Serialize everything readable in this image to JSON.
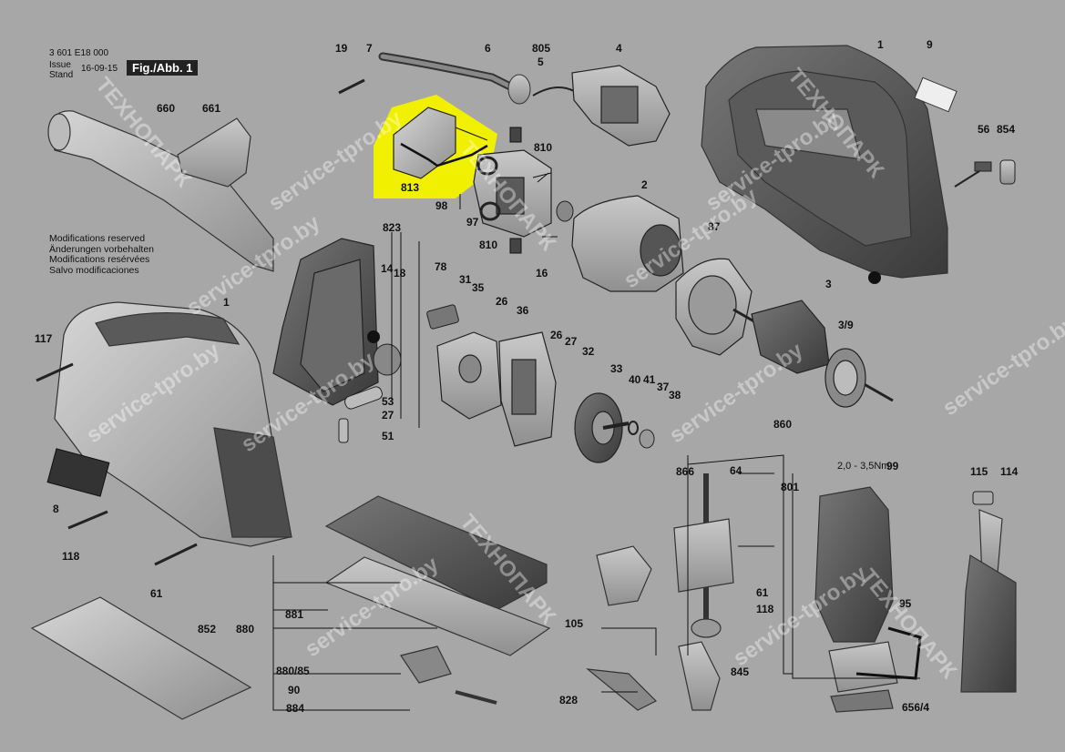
{
  "header": {
    "doc_number": "3 601 E18 000",
    "issue_label": "Issue",
    "stand_label": "Stand",
    "date": "16-09-15",
    "figure_label": "Fig./Abb. 1"
  },
  "notes": [
    "Modifications reserved",
    "Änderungen vorbehalten",
    "Modifications resérvées",
    "Salvo modificaciones"
  ],
  "callouts": [
    "19",
    "7",
    "6",
    "805",
    "5",
    "4",
    "1",
    "9",
    "660",
    "661",
    "813",
    "810",
    "98",
    "97",
    "810",
    "16",
    "2",
    "56",
    "854",
    "823",
    "14",
    "18",
    "78",
    "31",
    "35",
    "87",
    "3",
    "3/9",
    "1",
    "117",
    "26",
    "36",
    "26",
    "27",
    "32",
    "53",
    "27",
    "51",
    "33",
    "40",
    "41",
    "37",
    "38",
    "860",
    "8",
    "866",
    "64",
    "801",
    "2,0 - 3,5Nm",
    "99",
    "115",
    "114",
    "118",
    "61",
    "61",
    "118",
    "881",
    "105",
    "845",
    "95",
    "852",
    "880",
    "880/85",
    "90",
    "884",
    "828",
    "656/4"
  ],
  "watermarks": [
    "service-tpro.by",
    "ТЕХНОПАРК"
  ],
  "highlight_color": "#f0f000"
}
